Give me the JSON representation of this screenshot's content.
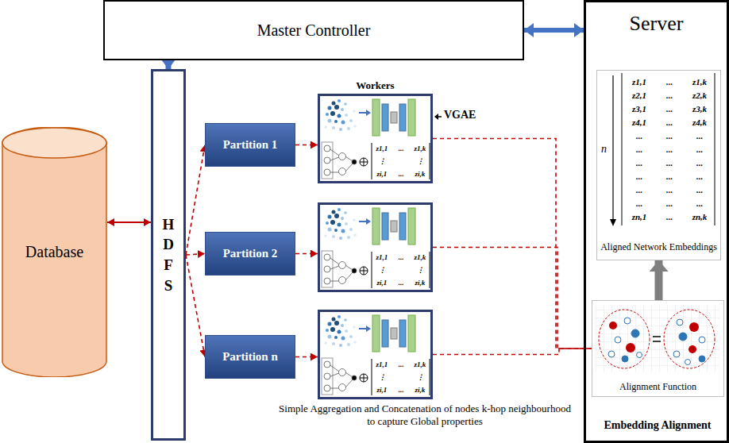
{
  "diagram": {
    "nodes": [
      {
        "text": [
          "Master Controller"
        ]
      },
      {
        "text": [
          "Server"
        ]
      },
      {
        "text": [
          "z1,1",
          "...",
          "z1,k",
          "z2,1",
          "...",
          "z2,k",
          "z3,1",
          "...",
          "z3,k",
          "z4,1",
          "...",
          "z4,k",
          "...",
          "...",
          "...",
          "...",
          "...",
          "...",
          "...",
          "...",
          "...",
          "...",
          "...",
          "...",
          "...",
          "...",
          "...",
          "...",
          "...",
          "...",
          "zn,1",
          "...",
          "zn,k",
          "Aligned Network Embeddings"
        ],
        "in": 1
      },
      {
        "text": [
          "Alignment Function"
        ],
        "in": 1
      },
      {
        "text": [
          "Database"
        ]
      },
      {
        "text": [
          "HDFS"
        ]
      },
      {
        "text": [
          "Partition 1"
        ]
      },
      {
        "text": [
          "Partition 2"
        ]
      },
      {
        "text": [
          "Partition n"
        ]
      },
      {
        "text": [
          "Workers",
          "z1,1",
          "...",
          "z1,k",
          "⋮",
          "⋮",
          "zi,1",
          "...",
          "zi,k"
        ]
      },
      {
        "text": [
          "z1,1",
          "...",
          "z1,k",
          "⋮",
          "⋮",
          "zi,1",
          "...",
          "zi,k"
        ]
      },
      {
        "text": [
          "z1,1",
          "...",
          "z1,k",
          "⋮",
          "⋮",
          "zi,1",
          "...",
          "zi,k"
        ]
      }
    ],
    "edges": [
      {
        "from": 0,
        "to": 1,
        "arrow": "both"
      },
      {
        "from": 0,
        "to": 5,
        "arrow": "to"
      },
      {
        "from": 4,
        "to": 5,
        "arrow": "both"
      },
      {
        "from": 5,
        "to": 6,
        "arrow": "to"
      },
      {
        "from": 5,
        "to": 7,
        "arrow": "to"
      },
      {
        "from": 5,
        "to": 8,
        "arrow": "to"
      },
      {
        "from": 6,
        "to": 9,
        "arrow": "to"
      },
      {
        "from": 7,
        "to": 10,
        "arrow": "to"
      },
      {
        "from": 8,
        "to": 11,
        "arrow": "to"
      },
      {
        "from": 9,
        "to": 3,
        "arrow": "none"
      },
      {
        "from": 10,
        "to": 3,
        "arrow": "none"
      },
      {
        "from": 11,
        "to": 3,
        "arrow": "none"
      },
      {
        "from": 3,
        "to": 2,
        "arrow": "to"
      }
    ],
    "labels": [
      "VGAE",
      "n",
      "Simple Aggregation and Concatenation of nodes k-hop neighbourhood to capture Global properties",
      "Embedding Alignment"
    ]
  }
}
